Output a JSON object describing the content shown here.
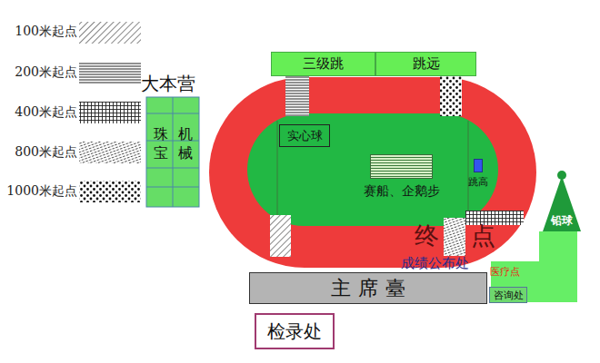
{
  "diagram": {
    "nodes": [
      {
        "text": [
          "大本营"
        ]
      },
      {
        "text": [
          "珠宝"
        ],
        "in": 0
      },
      {
        "text": [
          "机械"
        ],
        "in": 0
      },
      {
        "text": [
          "三级跳"
        ]
      },
      {
        "text": [
          "跳远"
        ]
      },
      {
        "text": [
          "实心球"
        ]
      },
      {
        "text": [
          "赛船、企鹅步"
        ]
      },
      {
        "text": [
          "跳高"
        ]
      },
      {
        "text": [
          "主席臺"
        ]
      },
      {
        "text": [
          "咨询处"
        ]
      },
      {
        "text": [
          "铅球"
        ]
      },
      {
        "text": [
          "检录处"
        ]
      }
    ],
    "labels": [
      "终 点",
      "成绩公布处",
      "医疗点"
    ],
    "legend": [
      {
        "text": "100米起点"
      },
      {
        "text": "200米起点"
      },
      {
        "text": "400米起点"
      },
      {
        "text": "800米起点"
      },
      {
        "text": "1000米起点"
      }
    ]
  }
}
